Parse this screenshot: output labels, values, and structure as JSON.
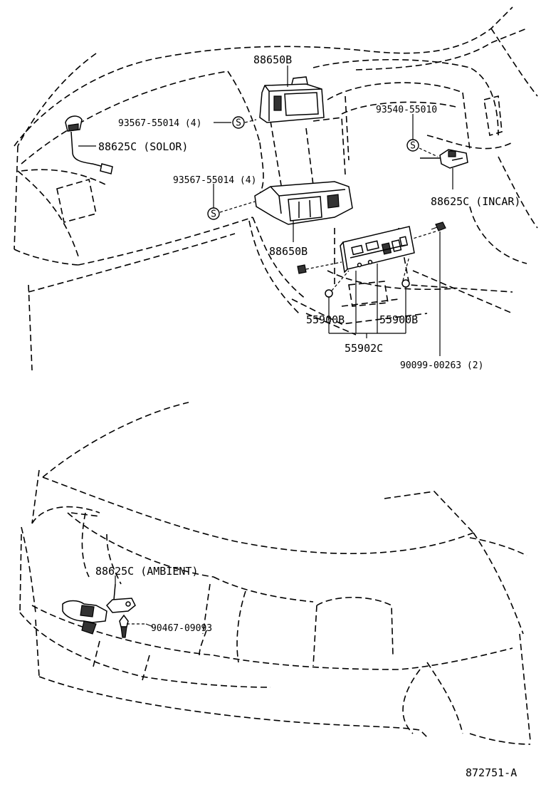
{
  "diagram": {
    "figure_id": "872751-A",
    "labels": {
      "relay_top": "88650B",
      "screw_top": "93567-55014 (4)",
      "solar_sensor": "88625C (SOLOR)",
      "screw_mid": "93567-55014 (4)",
      "amp_mid": "88650B",
      "screw_right": "93540-55010",
      "incar_sensor": "88625C (INCAR)",
      "knob_left": "55900B",
      "knob_right": "55900B",
      "control_assy": "55902C",
      "screw_bottom": "90099-00263 (2)",
      "ambient_sensor": "88625C (AMBIENT)",
      "clip": "90467-09093"
    },
    "symbols": {
      "screw_mark": "S"
    },
    "icons": [
      "s-mark-icon",
      "screw-icon",
      "clip-icon",
      "sensor-icon",
      "relay-icon",
      "control-panel-icon"
    ]
  }
}
